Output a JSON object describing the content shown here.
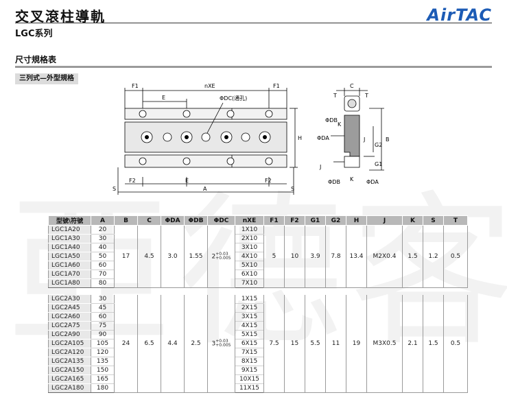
{
  "header": {
    "title": "交叉滾柱導軌",
    "subtitle": "LGC系列",
    "logo": "AirTAC"
  },
  "section": {
    "title": "尺寸規格表",
    "chip": "三列式—外型規格"
  },
  "watermark": {
    "chars": [
      "亞",
      "德",
      "客"
    ]
  },
  "diagram": {
    "labels": {
      "F1": "F1",
      "nXE": "nXE",
      "E": "E",
      "DC_note": "ΦDC(通孔)",
      "H": "H",
      "F2": "F2",
      "S": "S",
      "A": "A",
      "C": "C",
      "T": "T",
      "B": "B",
      "G1": "G1",
      "G2": "G2",
      "J": "J",
      "K": "K",
      "DA": "ΦDA",
      "DB": "ΦDB"
    }
  },
  "table": {
    "headers": [
      "型號\\符號",
      "A",
      "B",
      "C",
      "ΦDA",
      "ΦDB",
      "ΦDC",
      "nXE",
      "F1",
      "F2",
      "G1",
      "G2",
      "H",
      "J",
      "K",
      "S",
      "T"
    ],
    "groups": [
      {
        "rows": [
          {
            "model": "LGC1A20",
            "A": "20",
            "nxe": "1X10"
          },
          {
            "model": "LGC1A30",
            "A": "30",
            "nxe": "2X10"
          },
          {
            "model": "LGC1A40",
            "A": "40",
            "nxe": "3X10"
          },
          {
            "model": "LGC1A50",
            "A": "50",
            "nxe": "4X10"
          },
          {
            "model": "LGC1A60",
            "A": "60",
            "nxe": "5X10"
          },
          {
            "model": "LGC1A70",
            "A": "70",
            "nxe": "6X10"
          },
          {
            "model": "LGC1A80",
            "A": "80",
            "nxe": "7X10"
          }
        ],
        "common": {
          "B": "17",
          "C": "4.5",
          "DA": "3.0",
          "DB": "1.55",
          "DC": {
            "base": "2",
            "upper": "+0.03",
            "lower": "+0.005"
          },
          "F1": "5",
          "F2": "10",
          "G1": "3.9",
          "G2": "7.8",
          "H": "13.4",
          "J": "M2X0.4",
          "K": "1.5",
          "S": "1.2",
          "T": "0.5"
        }
      },
      {
        "rows": [
          {
            "model": "LGC2A30",
            "A": "30",
            "nxe": "1X15"
          },
          {
            "model": "LGC2A45",
            "A": "45",
            "nxe": "2X15"
          },
          {
            "model": "LGC2A60",
            "A": "60",
            "nxe": "3X15"
          },
          {
            "model": "LGC2A75",
            "A": "75",
            "nxe": "4X15"
          },
          {
            "model": "LGC2A90",
            "A": "90",
            "nxe": "5X15"
          },
          {
            "model": "LGC2A105",
            "A": "105",
            "nxe": "6X15"
          },
          {
            "model": "LGC2A120",
            "A": "120",
            "nxe": "7X15"
          },
          {
            "model": "LGC2A135",
            "A": "135",
            "nxe": "8X15"
          },
          {
            "model": "LGC2A150",
            "A": "150",
            "nxe": "9X15"
          },
          {
            "model": "LGC2A165",
            "A": "165",
            "nxe": "10X15"
          },
          {
            "model": "LGC2A180",
            "A": "180",
            "nxe": "11X15"
          }
        ],
        "common": {
          "B": "24",
          "C": "6.5",
          "DA": "4.4",
          "DB": "2.5",
          "DC": {
            "base": "3",
            "upper": "+0.03",
            "lower": "+0.005"
          },
          "F1": "7.5",
          "F2": "15",
          "G1": "5.5",
          "G2": "11",
          "H": "19",
          "J": "M3X0.5",
          "K": "2.1",
          "S": "1.5",
          "T": "0.5"
        }
      }
    ]
  }
}
